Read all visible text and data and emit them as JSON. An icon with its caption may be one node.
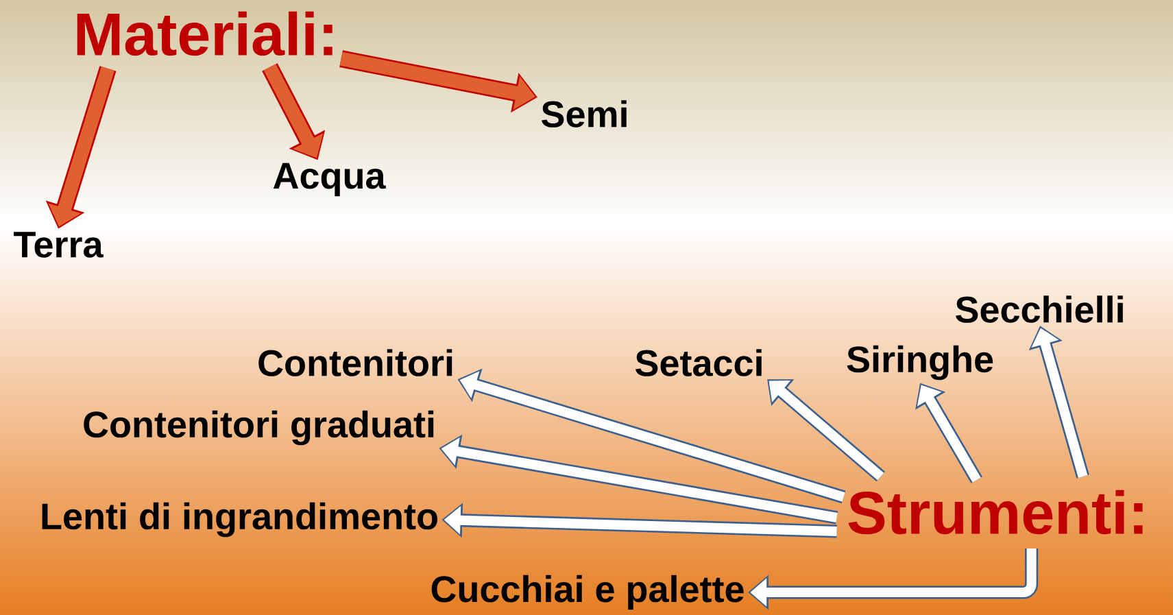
{
  "diagram": {
    "nodes": [
      {
        "text": [
          "Materiali:"
        ]
      },
      {
        "text": [
          "Terra"
        ]
      },
      {
        "text": [
          "Acqua"
        ]
      },
      {
        "text": [
          "Semi"
        ]
      },
      {
        "text": [
          "Strumenti:"
        ]
      },
      {
        "text": [
          "Contenitori"
        ]
      },
      {
        "text": [
          "Contenitori graduati"
        ]
      },
      {
        "text": [
          "Lenti di ingrandimento"
        ]
      },
      {
        "text": [
          "Cucchiai e palette"
        ]
      },
      {
        "text": [
          "Setacci"
        ]
      },
      {
        "text": [
          "Siringhe"
        ]
      },
      {
        "text": [
          "Secchielli"
        ]
      }
    ],
    "edges": [
      {
        "from": 0,
        "to": 1,
        "arrow": "to",
        "color": "#e06030"
      },
      {
        "from": 0,
        "to": 2,
        "arrow": "to",
        "color": "#e06030"
      },
      {
        "from": 0,
        "to": 3,
        "arrow": "to",
        "color": "#e06030"
      },
      {
        "from": 4,
        "to": 5,
        "arrow": "to"
      },
      {
        "from": 4,
        "to": 6,
        "arrow": "to"
      },
      {
        "from": 4,
        "to": 7,
        "arrow": "to"
      },
      {
        "from": 4,
        "to": 8,
        "arrow": "to"
      },
      {
        "from": 4,
        "to": 9,
        "arrow": "to"
      },
      {
        "from": 4,
        "to": 10,
        "arrow": "to"
      },
      {
        "from": 4,
        "to": 11,
        "arrow": "to"
      }
    ]
  }
}
